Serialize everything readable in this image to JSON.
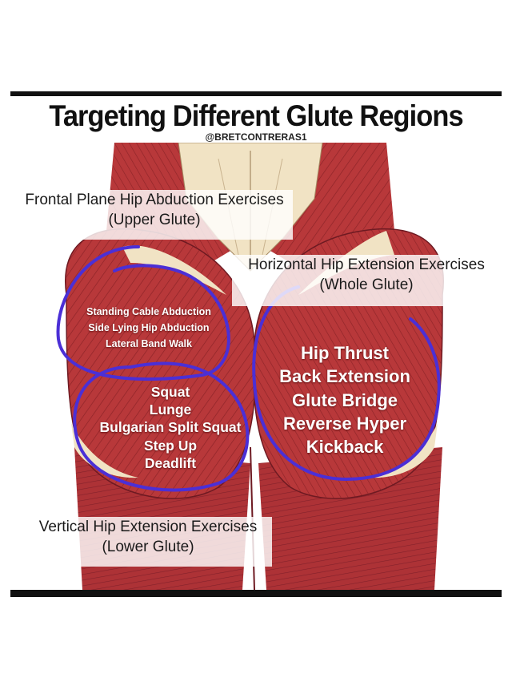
{
  "title": "Targeting Different Glute Regions",
  "handle": "@BRETCONTRERAS1",
  "colors": {
    "muscle": "#b8383a",
    "muscle_dark": "#8e2428",
    "tendon": "#f1e3c4",
    "ring": "#4b2fd6",
    "rule": "#111111"
  },
  "regions": {
    "upper": {
      "heading": "Frontal Plane Hip Abduction Exercises",
      "subheading": "(Upper Glute)",
      "exercises": [
        "Standing Cable Abduction",
        "Side Lying Hip Abduction",
        "Lateral Band Walk"
      ]
    },
    "whole": {
      "heading": "Horizontal Hip Extension Exercises",
      "subheading": "(Whole Glute)",
      "exercises": [
        "Hip Thrust",
        "Back Extension",
        "Glute Bridge",
        "Reverse Hyper",
        "Kickback"
      ]
    },
    "lower": {
      "heading": "Vertical Hip Extension Exercises",
      "subheading": "(Lower Glute)",
      "exercises": [
        "Squat",
        "Lunge",
        "Bulgarian Split Squat",
        "Step Up",
        "Deadlift"
      ]
    }
  }
}
